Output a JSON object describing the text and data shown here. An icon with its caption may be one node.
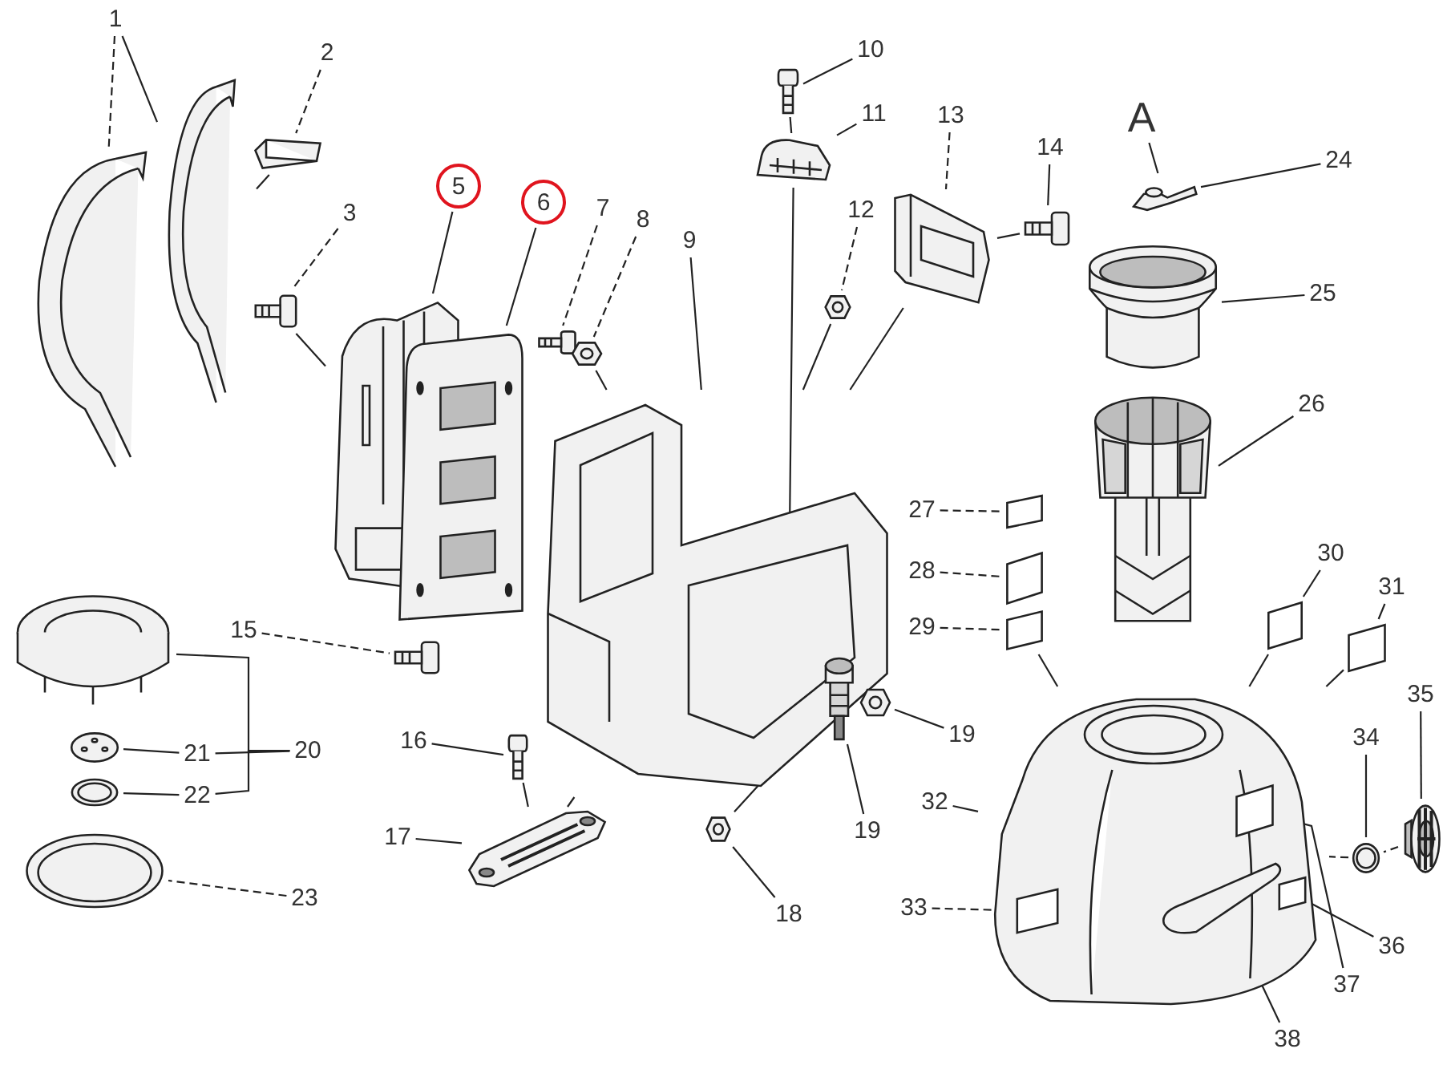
{
  "diagram": {
    "nodes": [
      {
        "text": [
          "1"
        ]
      },
      {
        "text": [],
        "shape": "picture"
      },
      {
        "text": [],
        "shape": "picture"
      },
      {
        "text": [
          "2"
        ]
      },
      {
        "text": [],
        "shape": "picture"
      },
      {
        "text": [
          "3"
        ]
      },
      {
        "text": [],
        "shape": "picture"
      },
      {
        "text": [
          "5"
        ]
      },
      {
        "text": [],
        "shape": "picture"
      },
      {
        "text": [
          "6"
        ]
      },
      {
        "text": [],
        "shape": "picture"
      },
      {
        "text": [
          "7"
        ]
      },
      {
        "text": [],
        "shape": "picture"
      },
      {
        "text": [
          "8"
        ]
      },
      {
        "text": [],
        "shape": "picture"
      },
      {
        "text": [
          "9"
        ]
      },
      {
        "text": [],
        "shape": "picture"
      },
      {
        "text": [
          "10"
        ]
      },
      {
        "text": [],
        "shape": "picture"
      },
      {
        "text": [
          "11"
        ]
      },
      {
        "text": [],
        "shape": "picture"
      },
      {
        "text": [
          "12"
        ]
      },
      {
        "text": [],
        "shape": "picture"
      },
      {
        "text": [
          "13"
        ]
      },
      {
        "text": [],
        "shape": "picture"
      },
      {
        "text": [
          "14"
        ]
      },
      {
        "text": [],
        "shape": "picture"
      },
      {
        "text": [
          "A"
        ]
      },
      {
        "text": [],
        "shape": "picture"
      },
      {
        "text": [
          "24"
        ]
      },
      {
        "text": [],
        "shape": "picture"
      },
      {
        "text": [
          "25"
        ]
      },
      {
        "text": [],
        "shape": "picture"
      },
      {
        "text": [
          "26"
        ]
      },
      {
        "text": [
          "27"
        ]
      },
      {
        "text": [],
        "shape": "box"
      },
      {
        "text": [
          "28"
        ]
      },
      {
        "text": [],
        "shape": "box"
      },
      {
        "text": [
          "29"
        ]
      },
      {
        "text": [],
        "shape": "box"
      },
      {
        "text": [
          "30"
        ]
      },
      {
        "text": [],
        "shape": "box"
      },
      {
        "text": [
          "31"
        ]
      },
      {
        "text": [],
        "shape": "box"
      },
      {
        "text": [],
        "shape": "picture"
      },
      {
        "text": [
          "32"
        ]
      },
      {
        "text": [
          "33"
        ]
      },
      {
        "text": [],
        "shape": "box",
        "in": 44
      },
      {
        "text": [
          "34"
        ]
      },
      {
        "text": [],
        "shape": "picture"
      },
      {
        "text": [
          "35"
        ]
      },
      {
        "text": [],
        "shape": "picture"
      },
      {
        "text": [
          "36"
        ]
      },
      {
        "text": [],
        "shape": "box",
        "in": 44
      },
      {
        "text": [
          "37"
        ]
      },
      {
        "text": [],
        "shape": "box",
        "in": 44
      },
      {
        "text": [
          "38"
        ]
      },
      {
        "text": [],
        "shape": "picture",
        "in": 44
      },
      {
        "text": [
          "15"
        ]
      },
      {
        "text": [],
        "shape": "picture"
      },
      {
        "text": [
          "16"
        ]
      },
      {
        "text": [],
        "shape": "picture"
      },
      {
        "text": [
          "17"
        ]
      },
      {
        "text": [],
        "shape": "picture"
      },
      {
        "text": [
          "18"
        ]
      },
      {
        "text": [],
        "shape": "picture"
      },
      {
        "text": [
          "19"
        ]
      },
      {
        "text": [
          "19"
        ]
      },
      {
        "text": [],
        "shape": "picture",
        "in": 16
      },
      {
        "text": [],
        "shape": "picture",
        "in": 16
      },
      {
        "text": [],
        "shape": "picture"
      },
      {
        "text": [
          "21"
        ]
      },
      {
        "text": [],
        "shape": "picture"
      },
      {
        "text": [
          "22"
        ]
      },
      {
        "text": [],
        "shape": "picture"
      },
      {
        "text": [
          "20"
        ]
      },
      {
        "text": [],
        "shape": "picture"
      },
      {
        "text": [
          "23"
        ]
      }
    ],
    "edges": [
      {
        "from": 0,
        "to": 1,
        "arrow": "none",
        "style": "dashed"
      },
      {
        "from": 0,
        "to": 2,
        "arrow": "none"
      },
      {
        "from": 3,
        "to": 4,
        "arrow": "none",
        "style": "dashed"
      },
      {
        "from": 5,
        "to": 6,
        "arrow": "none",
        "style": "dashed"
      },
      {
        "from": 7,
        "to": 8,
        "arrow": "none"
      },
      {
        "from": 9,
        "to": 10,
        "arrow": "none"
      },
      {
        "from": 11,
        "to": 12,
        "arrow": "none",
        "style": "dashed"
      },
      {
        "from": 13,
        "to": 14,
        "arrow": "none",
        "style": "dashed"
      },
      {
        "from": 15,
        "to": 16,
        "arrow": "none"
      },
      {
        "from": 17,
        "to": 18,
        "arrow": "none"
      },
      {
        "from": 19,
        "to": 20,
        "arrow": "none"
      },
      {
        "from": 21,
        "to": 22,
        "arrow": "none",
        "style": "dashed"
      },
      {
        "from": 23,
        "to": 24,
        "arrow": "none",
        "style": "dashed"
      },
      {
        "from": 25,
        "to": 26,
        "arrow": "none"
      },
      {
        "from": 27,
        "to": 28,
        "arrow": "none"
      },
      {
        "from": 29,
        "to": 28,
        "arrow": "none"
      },
      {
        "from": 31,
        "to": 30,
        "arrow": "none"
      },
      {
        "from": 33,
        "to": 32,
        "arrow": "none"
      },
      {
        "from": 34,
        "to": 35,
        "arrow": "none",
        "style": "dashed"
      },
      {
        "from": 36,
        "to": 37,
        "arrow": "none",
        "style": "dashed"
      },
      {
        "from": 38,
        "to": 39,
        "arrow": "none",
        "style": "dashed"
      },
      {
        "from": 40,
        "to": 41,
        "arrow": "none"
      },
      {
        "from": 42,
        "to": 43,
        "arrow": "none"
      },
      {
        "from": 45,
        "to": 44,
        "arrow": "none"
      },
      {
        "from": 46,
        "to": 47,
        "arrow": "none",
        "style": "dashed"
      },
      {
        "from": 48,
        "to": 49,
        "arrow": "none"
      },
      {
        "from": 50,
        "to": 51,
        "arrow": "none"
      },
      {
        "from": 52,
        "to": 53,
        "arrow": "none"
      },
      {
        "from": 54,
        "to": 55,
        "arrow": "none"
      },
      {
        "from": 56,
        "to": 57,
        "arrow": "none"
      },
      {
        "from": 58,
        "to": 59,
        "arrow": "none",
        "style": "dashed"
      },
      {
        "from": 60,
        "to": 61,
        "arrow": "none"
      },
      {
        "from": 62,
        "to": 63,
        "arrow": "none"
      },
      {
        "from": 64,
        "to": 65,
        "arrow": "none"
      },
      {
        "from": 66,
        "to": 69,
        "arrow": "none"
      },
      {
        "from": 67,
        "to": 68,
        "arrow": "none"
      },
      {
        "from": 71,
        "to": 72,
        "arrow": "none"
      },
      {
        "from": 73,
        "to": 74,
        "arrow": "none"
      },
      {
        "from": 75,
        "to": 70,
        "arrow": "none"
      },
      {
        "from": 75,
        "to": 71,
        "arrow": "none"
      },
      {
        "from": 75,
        "to": 73,
        "arrow": "none"
      },
      {
        "from": 77,
        "to": 76,
        "arrow": "none",
        "style": "dashed"
      },
      {
        "from": 4,
        "to": 2,
        "arrow": "none"
      },
      {
        "from": 6,
        "to": 8,
        "arrow": "none"
      },
      {
        "from": 14,
        "to": 16,
        "arrow": "none"
      },
      {
        "from": 18,
        "to": 20,
        "arrow": "none"
      },
      {
        "from": 20,
        "to": 65,
        "arrow": "none"
      },
      {
        "from": 22,
        "to": 16,
        "arrow": "none"
      },
      {
        "from": 24,
        "to": 16,
        "arrow": "none"
      },
      {
        "from": 26,
        "to": 24,
        "arrow": "none"
      },
      {
        "from": 39,
        "to": 44,
        "arrow": "none"
      },
      {
        "from": 41,
        "to": 44,
        "arrow": "none"
      },
      {
        "from": 43,
        "to": 44,
        "arrow": "none"
      },
      {
        "from": 49,
        "to": 44,
        "arrow": "none",
        "style": "dashed"
      },
      {
        "from": 51,
        "to": 49,
        "arrow": "none",
        "style": "dashed"
      },
      {
        "from": 61,
        "to": 63,
        "arrow": "none"
      },
      {
        "from": 63,
        "to": 16,
        "arrow": "none"
      }
    ]
  }
}
